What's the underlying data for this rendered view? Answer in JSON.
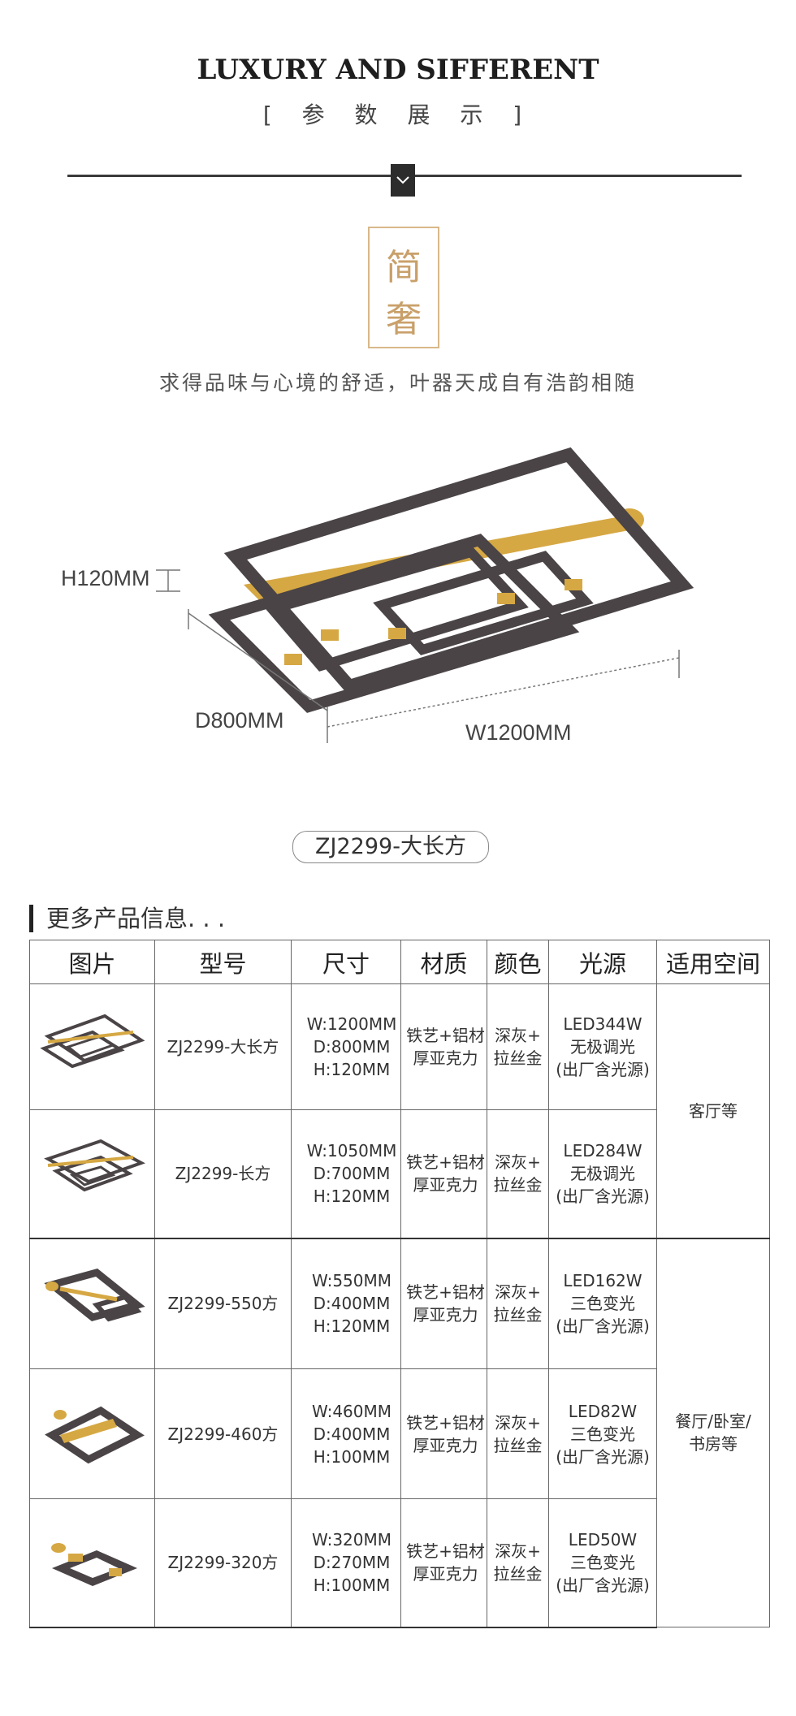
{
  "header": {
    "title": "LUXURY AND SIFFERENT",
    "subtitle": "[ 参 数 展 示 ]"
  },
  "seal": {
    "char1": "简",
    "char2": "奢"
  },
  "slogan": "求得品味与心境的舒适，叶器天成自有浩韵相随",
  "dimensions": {
    "height": "H120MM",
    "depth": "D800MM",
    "width": "W1200MM"
  },
  "model_label": "ZJ2299-大长方",
  "more_info": "更多产品信息. . .",
  "table": {
    "headers": [
      "图片",
      "型号",
      "尺寸",
      "材质",
      "颜色",
      "光源",
      "适用空间"
    ],
    "rows": [
      {
        "model": "ZJ2299-大长方",
        "w": "W:1200MM",
        "d": "D:800MM",
        "h": "H:120MM",
        "mat1": "铁艺+铝材",
        "mat2": "厚亚克力",
        "color1": "深灰+",
        "color2": "拉丝金",
        "light1": "LED344W",
        "light2": "无极调光",
        "light3": "(出厂含光源)"
      },
      {
        "model": "ZJ2299-长方",
        "w": "W:1050MM",
        "d": "D:700MM",
        "h": "H:120MM",
        "mat1": "铁艺+铝材",
        "mat2": "厚亚克力",
        "color1": "深灰+",
        "color2": "拉丝金",
        "light1": "LED284W",
        "light2": "无极调光",
        "light3": "(出厂含光源)"
      },
      {
        "model": "ZJ2299-550方",
        "w": "W:550MM",
        "d": "D:400MM",
        "h": "H:120MM",
        "mat1": "铁艺+铝材",
        "mat2": "厚亚克力",
        "color1": "深灰+",
        "color2": "拉丝金",
        "light1": "LED162W",
        "light2": "三色变光",
        "light3": "(出厂含光源)"
      },
      {
        "model": "ZJ2299-460方",
        "w": "W:460MM",
        "d": "D:400MM",
        "h": "H:100MM",
        "mat1": "铁艺+铝材",
        "mat2": "厚亚克力",
        "color1": "深灰+",
        "color2": "拉丝金",
        "light1": "LED82W",
        "light2": "三色变光",
        "light3": "(出厂含光源)"
      },
      {
        "model": "ZJ2299-320方",
        "w": "W:320MM",
        "d": "D:270MM",
        "h": "H:100MM",
        "mat1": "铁艺+铝材",
        "mat2": "厚亚克力",
        "color1": "深灰+",
        "color2": "拉丝金",
        "light1": "LED50W",
        "light2": "三色变光",
        "light3": "(出厂含光源)"
      }
    ],
    "space_group1": "客厅等",
    "space_group2_line1": "餐厅/卧室/",
    "space_group2_line2": "书房等"
  },
  "colors": {
    "frame": "#4a4446",
    "gold": "#d6a843",
    "accent_border": "#d8b88a",
    "text": "#333333"
  }
}
